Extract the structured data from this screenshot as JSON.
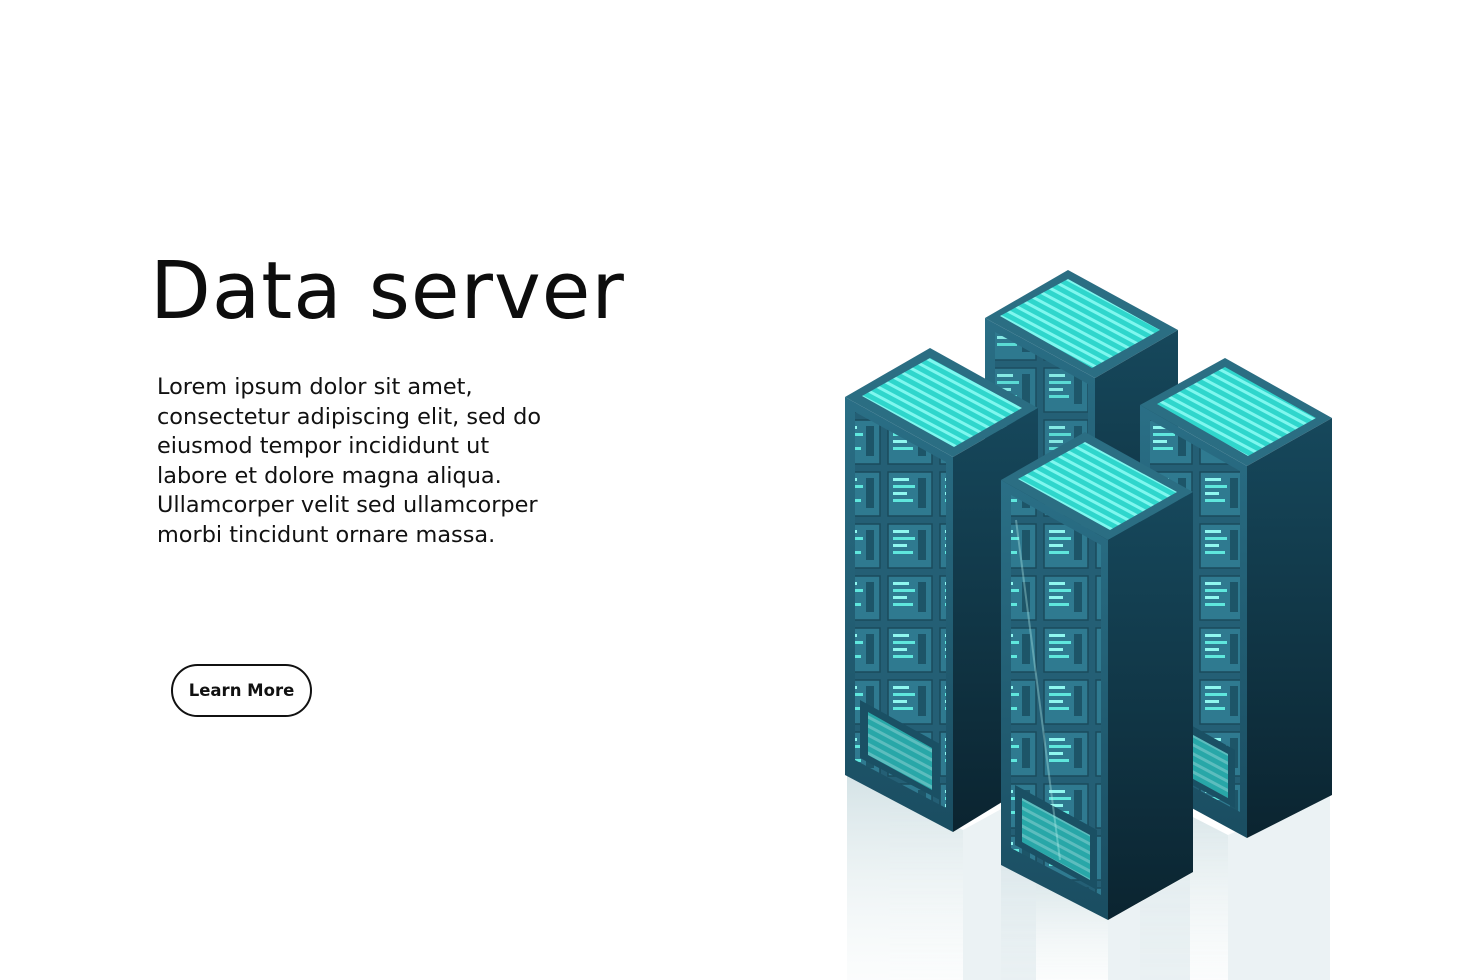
{
  "hero": {
    "title": "Data server",
    "body": "Lorem ipsum dolor sit amet, consectetur adipiscing elit, sed do eiusmod tempor incididunt ut labore et dolore magna aliqua. Ullamcorper velit sed ullamcorper morbi tincidunt ornare massa.",
    "cta_label": "Learn More"
  },
  "illustration": {
    "icon": "server-rack-isometric-icon",
    "rack_count": 4,
    "colors": {
      "rack_dark": "#0f2f3d",
      "rack_side": "#143e50",
      "rack_front": "#1e5a70",
      "vent_glow": "#3ee6dc",
      "led_glow": "#6ff3ea",
      "reflection": "#a9c6cc"
    }
  }
}
